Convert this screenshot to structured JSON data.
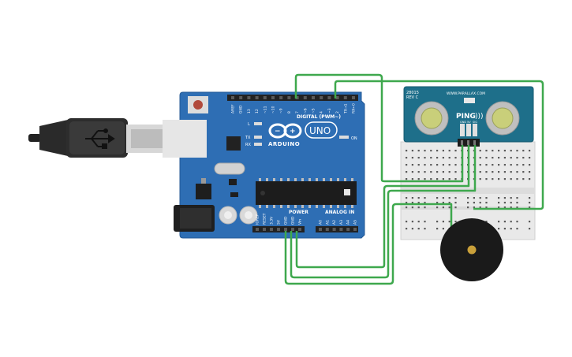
{
  "arduino": {
    "brand": "ARDUINO",
    "model": "UNO",
    "digital_label": "DIGITAL (PWM~)",
    "power_label": "POWER",
    "analog_label": "ANALOG IN",
    "on_label": "ON",
    "led_l": "L",
    "led_tx": "TX",
    "led_rx": "RX",
    "digital_pins": [
      "AREF",
      "GND",
      "13",
      "12",
      "~11",
      "~10",
      "~9",
      "8",
      "7",
      "~6",
      "~5",
      "4",
      "~3",
      "2",
      "TX→1",
      "RX←0"
    ],
    "power_pins": [
      "IOREF",
      "RESET",
      "3.3V",
      "5V",
      "GND",
      "GND",
      "Vin"
    ],
    "analog_pins": [
      "A0",
      "A1",
      "A2",
      "A3",
      "A4",
      "A5"
    ]
  },
  "sensor": {
    "model_line1": "28015",
    "model_line2": "REV C",
    "website": "WWW.PARALLAX.COM",
    "name": "PING",
    "waves": ")))",
    "pin_labels": [
      "GND",
      "5V",
      "SIG"
    ],
    "colors": {
      "board": "#1e6f8a",
      "lens": "#c9cf7a"
    }
  },
  "colors": {
    "board": "#2e6eb4",
    "board_dark": "#245a96",
    "wire": "#3ea84d",
    "breadboard": "#e9e9e9",
    "buzzer": "#1a1a1a",
    "buzzer_center": "#c9a03a"
  }
}
